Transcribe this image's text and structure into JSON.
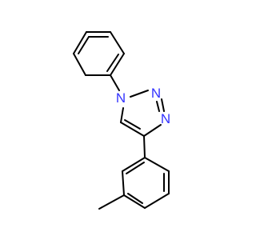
{
  "molecule": {
    "atoms": [
      {
        "id": "N1",
        "label": "N"
      },
      {
        "id": "N2",
        "label": "N"
      },
      {
        "id": "N3",
        "label": "N"
      }
    ]
  },
  "colors": {
    "bond": "#000000",
    "nitrogen": "#3333ff",
    "background": "#ffffff"
  }
}
